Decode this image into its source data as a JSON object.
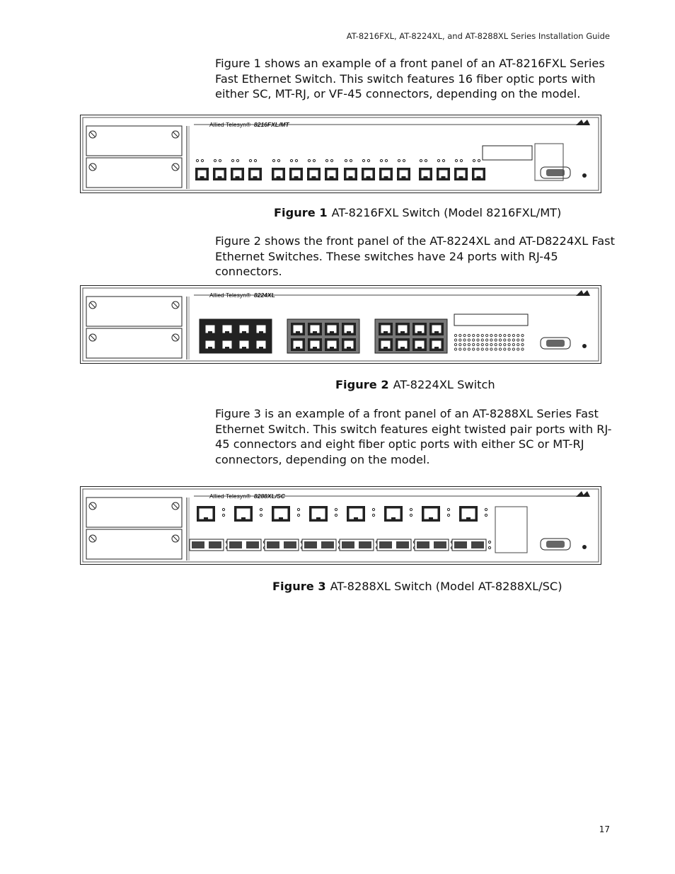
{
  "header": "AT-8216FXL, AT-8224XL, and AT-8288XL Series Installation Guide",
  "paragraphs": [
    "Figure 1 shows an example of a front panel of an AT-8216FXL Series Fast Ethernet Switch. This switch features 16 fiber optic ports with either SC, MT-RJ, or VF-45 connectors, depending on the model.",
    "Figure 2 shows the front panel of the AT-8224XL and AT-D8224XL Fast Ethernet Switches. These switches have 24 ports with RJ-45 connectors.",
    "Figure 3 is an example of a front panel of an AT-8288XL Series Fast Ethernet Switch. This switch features eight twisted pair ports with RJ-45 connectors and eight fiber optic ports with either SC or MT-RJ connectors, depending on the model."
  ],
  "figures": [
    {
      "label": "Figure 1",
      "caption": "AT-8216FXL Switch (Model 8216FXL/MT)",
      "brand": "Allied Telesyn",
      "model": "8216FXL/MT"
    },
    {
      "label": "Figure 2",
      "caption": "AT-8224XL Switch",
      "brand": "Allied Telesyn",
      "model": "8224XL"
    },
    {
      "label": "Figure 3",
      "caption": "AT-8288XL Switch (Model AT-8288XL/SC)",
      "brand": "Allied Telesyn",
      "model": "8288XL/SC"
    }
  ],
  "page_number": "17"
}
